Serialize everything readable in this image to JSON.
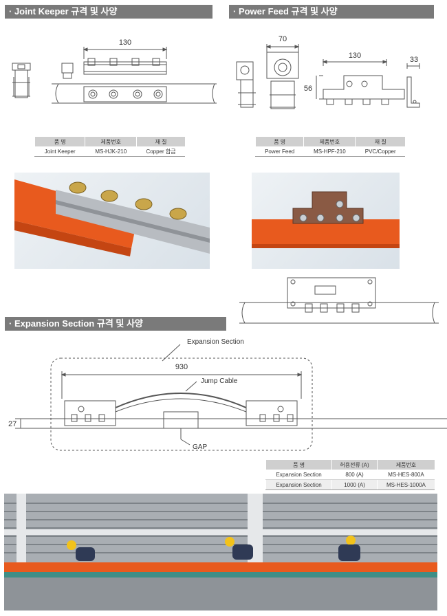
{
  "sections": {
    "joint_keeper": {
      "title": "· Joint Keeper 규격 및 사양",
      "dim_width": "130"
    },
    "power_feed": {
      "title": "· Power Feed 규격 및 사양",
      "dim_70": "70",
      "dim_130": "130",
      "dim_33": "33",
      "dim_56": "56"
    },
    "expansion": {
      "title": "· Expansion Section 규격 및 사양",
      "label_section": "Expansion Section",
      "label_jump": "Jump Cable",
      "label_gap": "GAP",
      "dim_930": "930",
      "dim_27": "27"
    }
  },
  "tables": {
    "joint_keeper": {
      "headers": [
        "품 명",
        "제품번호",
        "재 질"
      ],
      "row": [
        "Joint Keeper",
        "MS-HJK-210",
        "Copper 합금"
      ]
    },
    "power_feed": {
      "headers": [
        "품 명",
        "제품번호",
        "재 질"
      ],
      "row": [
        "Power Feed",
        "MS-HPF-210",
        "PVC/Copper"
      ]
    },
    "expansion": {
      "headers": [
        "품 명",
        "허용전류 (A)",
        "제품번호"
      ],
      "rows": [
        [
          "Expansion Section",
          "800 (A)",
          "MS-HES-800A"
        ],
        [
          "Expansion Section",
          "1000 (A)",
          "MS-HES-1000A"
        ]
      ]
    }
  },
  "colors": {
    "header_bg": "#7a7a7a",
    "rail_orange": "#e85a1e",
    "steel": "#a9acb0",
    "copper": "#8a5a44"
  }
}
